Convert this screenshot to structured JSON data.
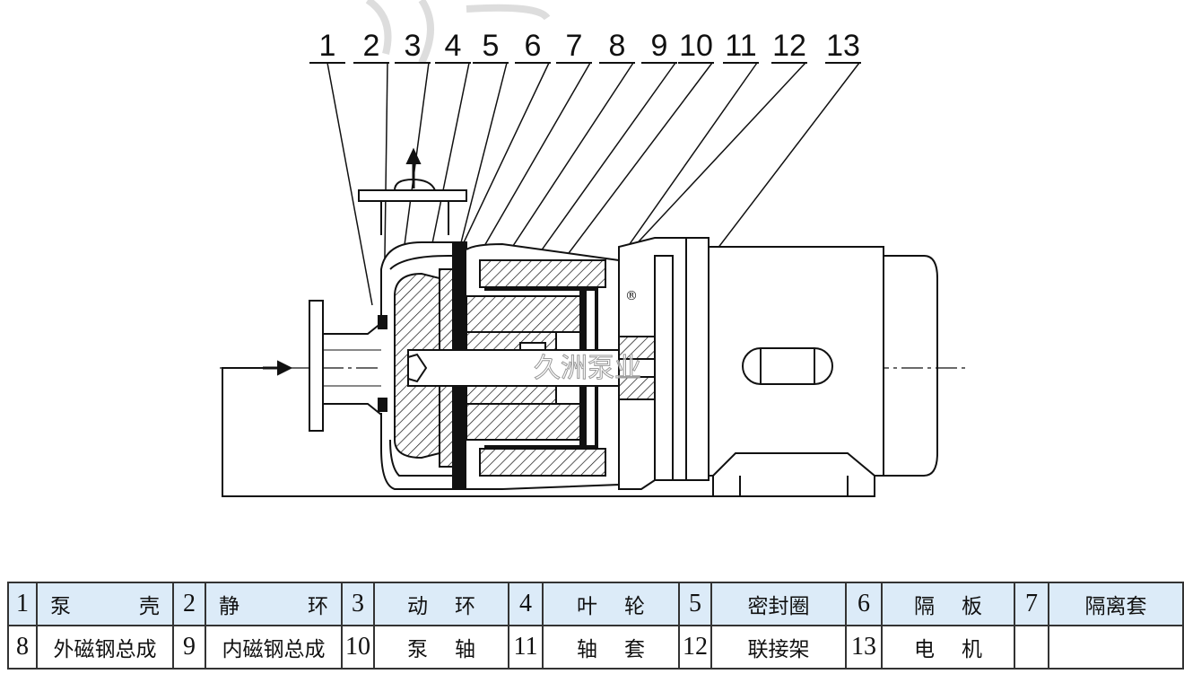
{
  "diagram": {
    "callouts": [
      "1",
      "2",
      "3",
      "4",
      "5",
      "6",
      "7",
      "8",
      "9",
      "10",
      "11",
      "12",
      "13"
    ],
    "watermark": "久洲泵业",
    "registered_mark": "®"
  },
  "parts_table": {
    "rows": [
      [
        {
          "no": "1",
          "name": "泵壳"
        },
        {
          "no": "2",
          "name": "静环"
        },
        {
          "no": "3",
          "name": "动环"
        },
        {
          "no": "4",
          "name": "叶轮"
        },
        {
          "no": "5",
          "name": "密封圈"
        },
        {
          "no": "6",
          "name": "隔板"
        },
        {
          "no": "7",
          "name": "隔离套"
        }
      ],
      [
        {
          "no": "8",
          "name": "外磁钢总成"
        },
        {
          "no": "9",
          "name": "内磁钢总成"
        },
        {
          "no": "10",
          "name": "泵轴"
        },
        {
          "no": "11",
          "name": "轴套"
        },
        {
          "no": "12",
          "name": "联接架"
        },
        {
          "no": "13",
          "name": "电机"
        },
        {
          "no": "",
          "name": ""
        }
      ]
    ],
    "header_row_color": "#dcebf8"
  }
}
